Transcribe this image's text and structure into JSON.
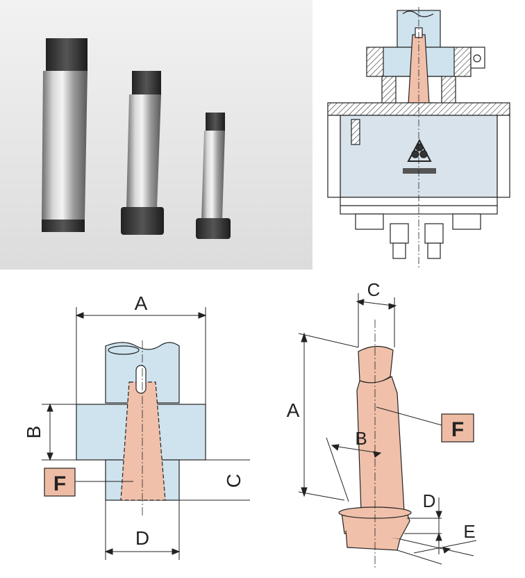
{
  "photo": {
    "sleeves": [
      "large-sleeve",
      "medium-sleeve",
      "small-sleeve"
    ]
  },
  "assembly": {
    "label_shade": "#d9e3ec"
  },
  "front_view": {
    "labels": {
      "A": "A",
      "B": "B",
      "C": "C",
      "D": "D",
      "F": "F"
    }
  },
  "side_view": {
    "labels": {
      "A": "A",
      "B": "B",
      "C": "C",
      "D": "D",
      "E": "E",
      "F": "F"
    }
  },
  "colors": {
    "blue": "#cfe3ee",
    "salmon": "#f0c0aa",
    "f_box": "#eebca4",
    "line": "#222222"
  }
}
